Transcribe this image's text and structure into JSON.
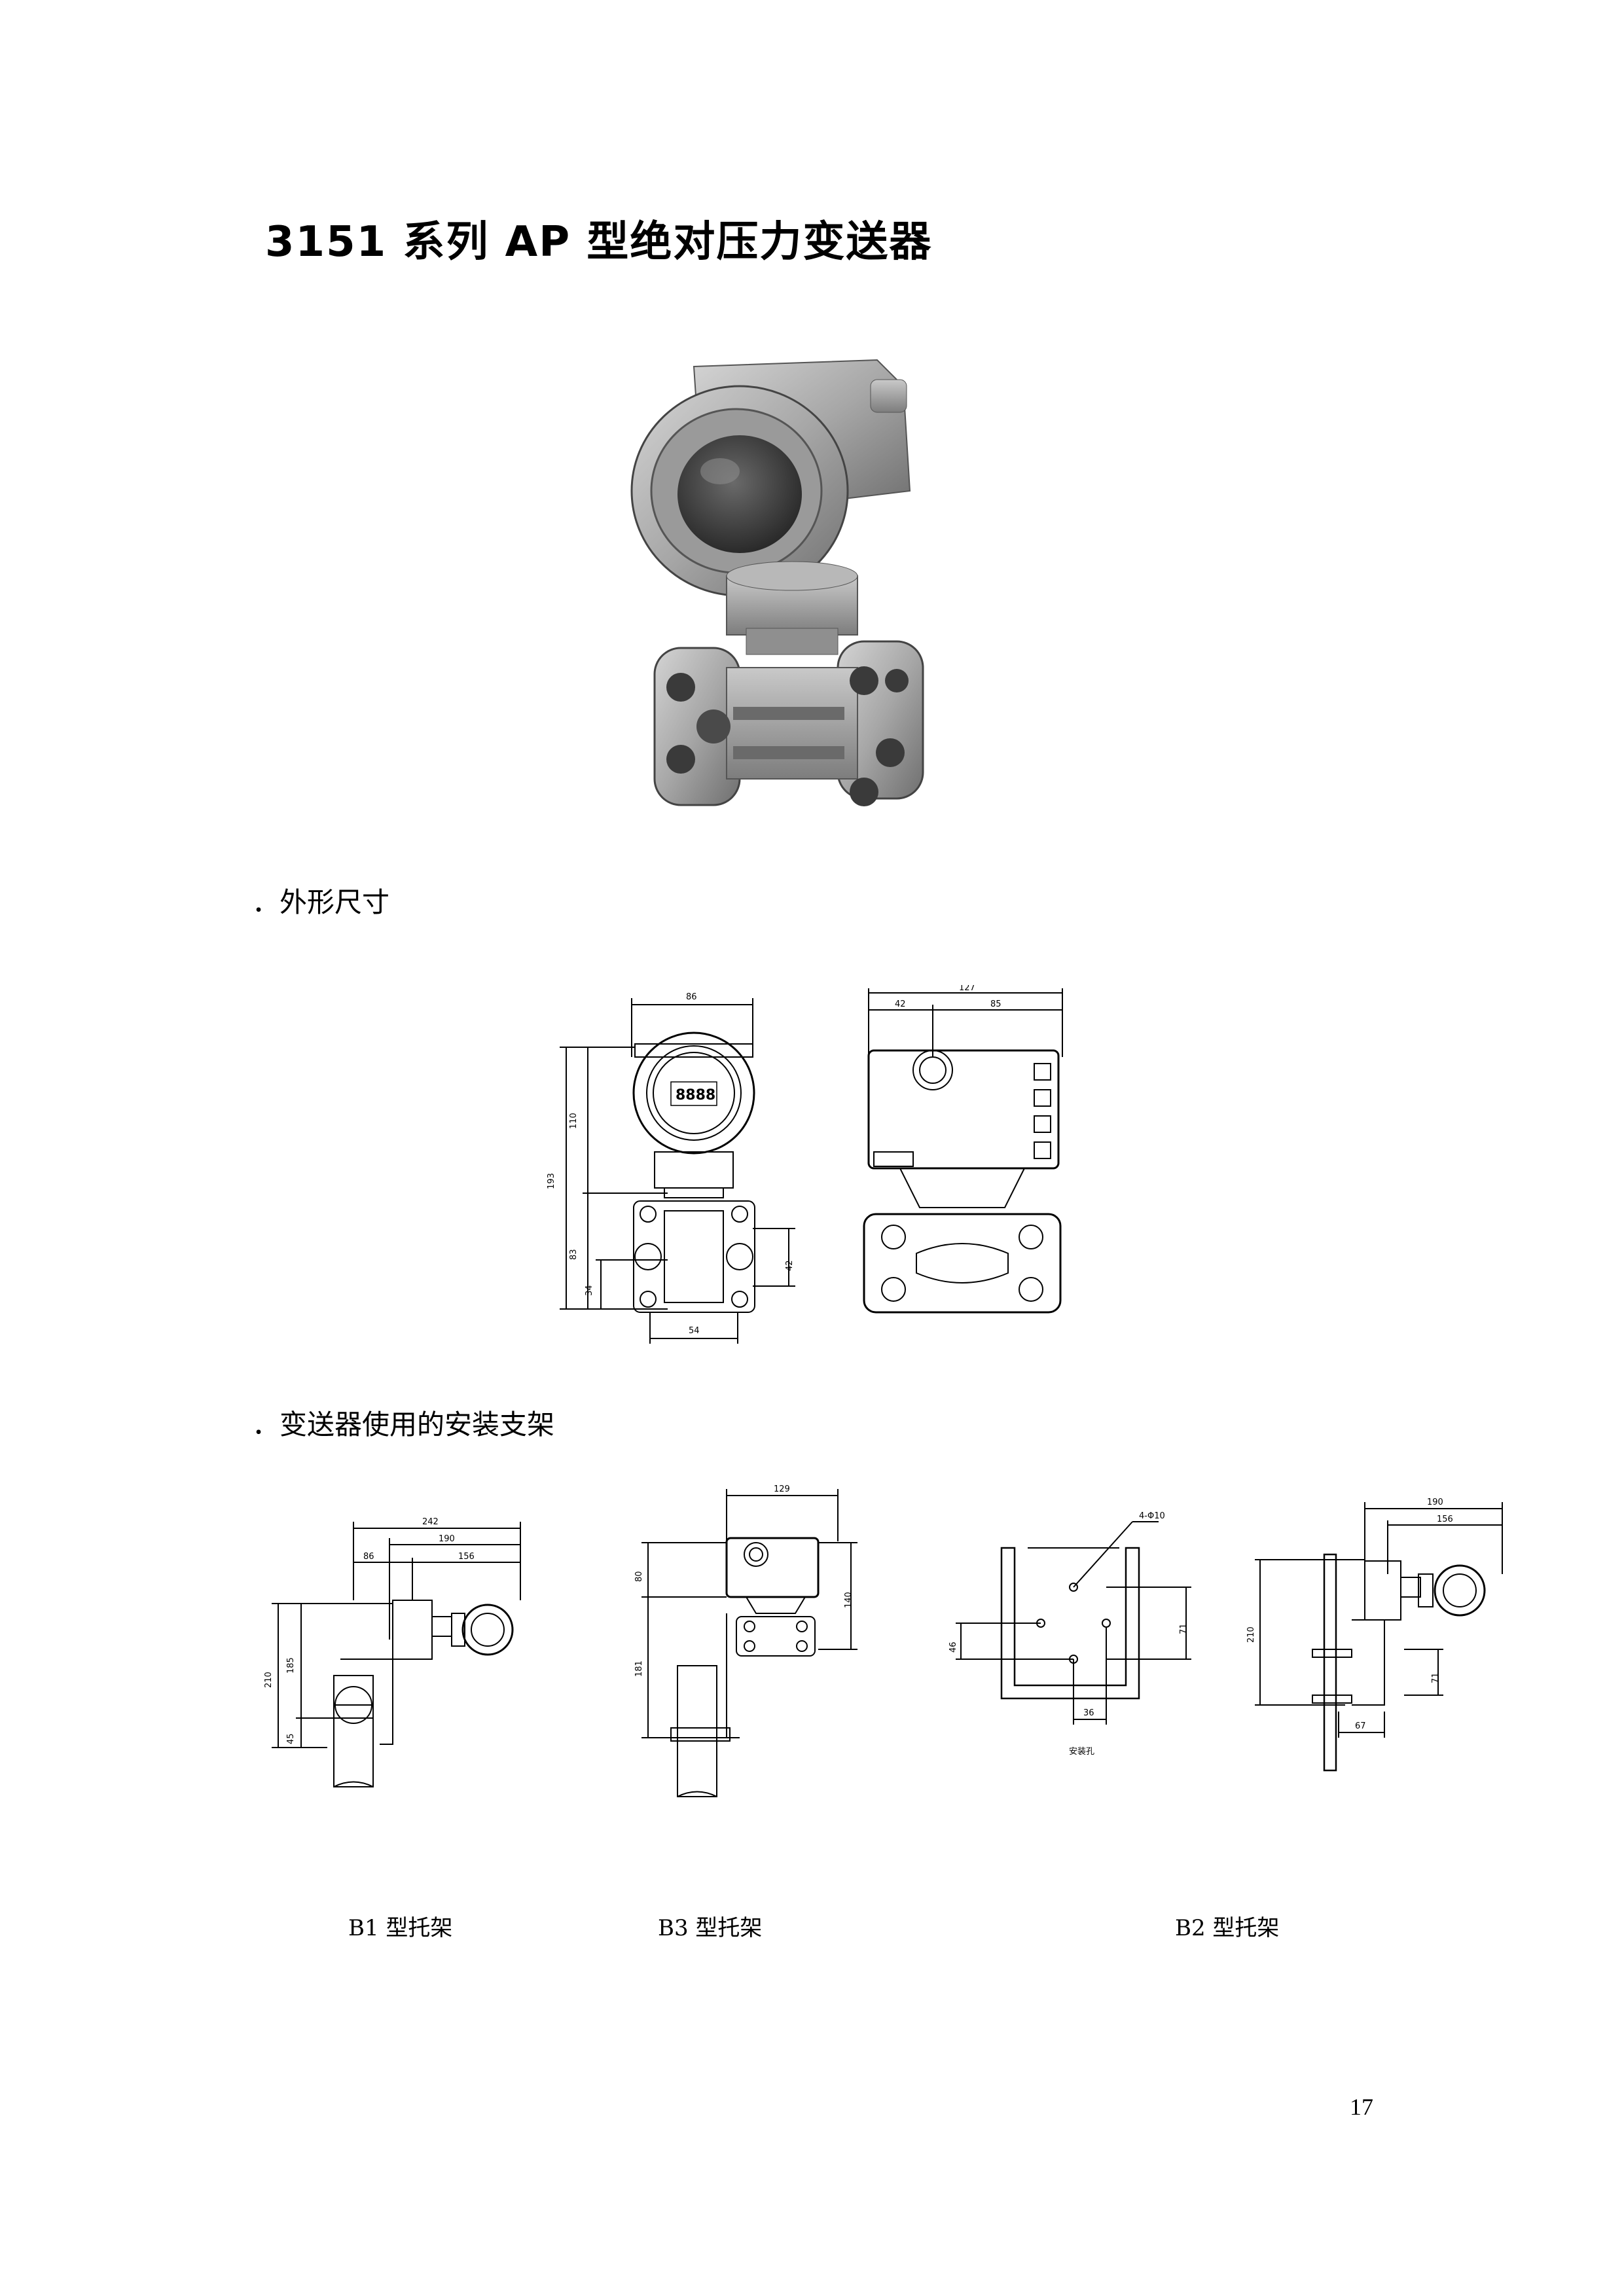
{
  "title": "3151 系列 AP 型绝对压力变送器",
  "sections": {
    "dimensions": "．外形尺寸",
    "brackets": "．变送器使用的安装支架"
  },
  "dims_front": {
    "width": "86",
    "total_h": "193",
    "upper_h": "110",
    "lower_h": "83",
    "small_h": "34",
    "flange_w": "54",
    "port_h": "42",
    "display": "8888"
  },
  "dims_side": {
    "total_w": "127",
    "left_w": "42",
    "right_w": "85"
  },
  "b1_dims": {
    "d242": "242",
    "d190": "190",
    "d86": "86",
    "d156": "156",
    "d210": "210",
    "d185": "185",
    "d45": "45"
  },
  "b3_dims": {
    "d129": "129",
    "d80": "80",
    "d140": "140",
    "d181": "181"
  },
  "plate_dims": {
    "holes": "4-Φ10",
    "d46": "46",
    "d71": "71",
    "d36": "36",
    "label": "安装孔"
  },
  "b2_dims": {
    "d190": "190",
    "d156": "156",
    "d210": "210",
    "d71": "71",
    "d67": "67"
  },
  "captions": {
    "b1": "B1  型托架",
    "b3": "B3  型托架",
    "b2": "B2  型托架"
  },
  "page_number": "17"
}
